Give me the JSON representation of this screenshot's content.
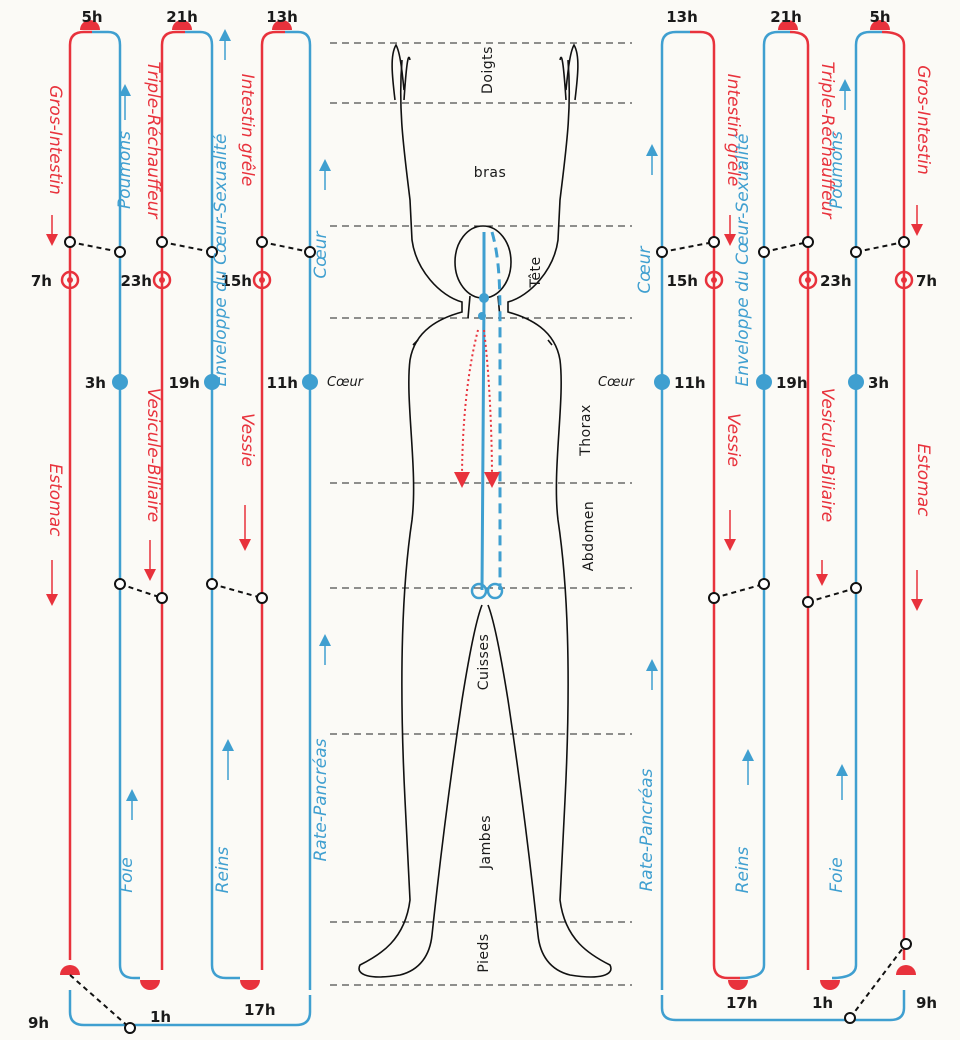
{
  "colors": {
    "red": "#e8323c",
    "blue": "#3f9fd0",
    "ink": "#1a1a1a"
  },
  "zones": [
    "Doigts",
    "bras",
    "Tête",
    "Thorax",
    "Abdomen",
    "Cuisses",
    "Jambes",
    "Pieds"
  ],
  "hours": {
    "h5": "5h",
    "h21": "21h",
    "h13": "13h",
    "h7": "7h",
    "h23": "23h",
    "h15": "15h",
    "h3": "3h",
    "h19": "19h",
    "h11": "11h",
    "h9": "9h",
    "h1": "1h",
    "h17": "17h"
  },
  "meridians": {
    "gros_intestin": "Gros-Intestin",
    "poumons": "Poumons",
    "triple": "Triple-Réchauffeur",
    "enveloppe": "Enveloppe du Cœur-Sexualité",
    "intestin_grele": "Intestin grêle",
    "coeur": "Cœur",
    "estomac": "Estomac",
    "vesicule": "Vesicule-Biliaire",
    "vessie": "Vessie",
    "foie": "Foie",
    "reins": "Reins",
    "rate": "Rate-Pancréas"
  },
  "coeur_label": "Cœur"
}
